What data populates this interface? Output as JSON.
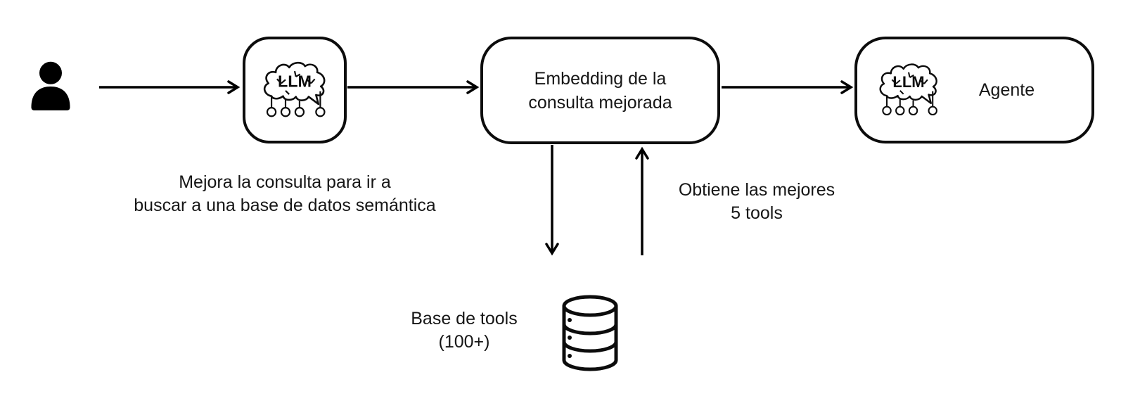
{
  "diagram": {
    "nodes": {
      "llm_rewriter": {
        "llm_label": "LLM"
      },
      "embedding": {
        "line1": "Embedding de la",
        "line2": "consulta mejorada"
      },
      "agent": {
        "llm_label": "LLM",
        "label": "Agente"
      }
    },
    "captions": {
      "improve_query": {
        "line1": "Mejora la consulta para ir a",
        "line2": "buscar a una base de datos semántica"
      },
      "top_tools": {
        "line1": "Obtiene las mejores",
        "line2": "5 tools"
      },
      "tools_db": {
        "line1": "Base de tools",
        "line2": "(100+)"
      }
    },
    "colors": {
      "stroke": "#000000",
      "background": "#ffffff",
      "text": "#161616"
    }
  }
}
